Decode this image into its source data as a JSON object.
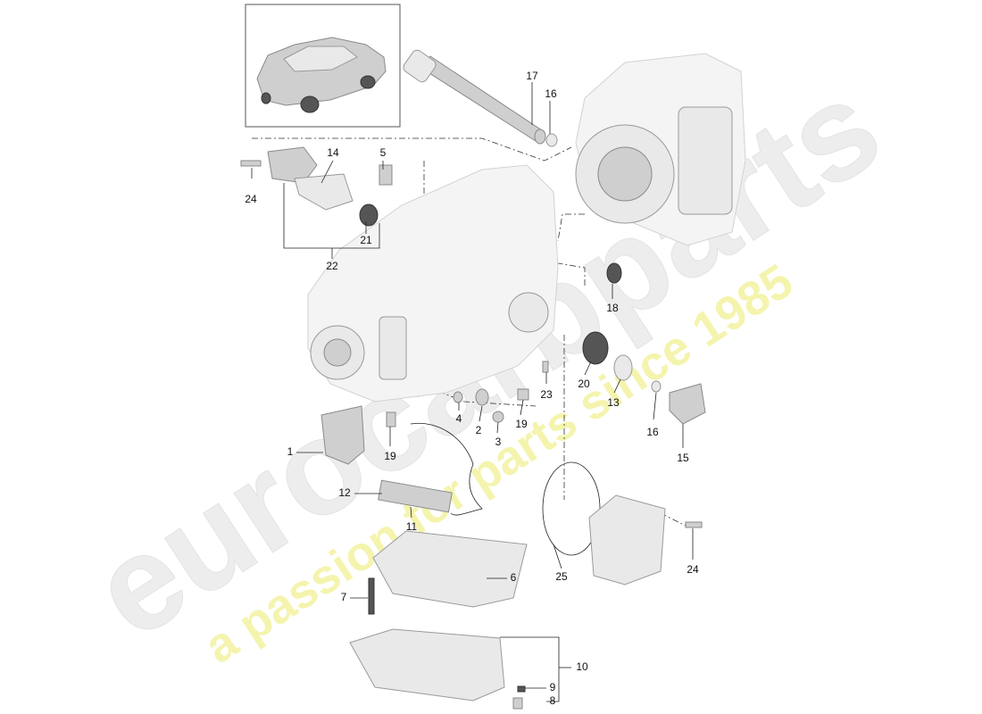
{
  "watermark": {
    "brand": "eurocarbparts",
    "tagline": "a passion for parts since 1985",
    "brand_color": "#e6e6e6",
    "tagline_color": "#f3f39a"
  },
  "callouts": {
    "c1": "1",
    "c2": "2",
    "c3": "3",
    "c4": "4",
    "c5": "5",
    "c6": "6",
    "c7": "7",
    "c8": "8",
    "c9": "9",
    "c10": "10",
    "c11": "11",
    "c12": "12",
    "c13": "13",
    "c14": "14",
    "c15": "15",
    "c16a": "16",
    "c16b": "16",
    "c17": "17",
    "c18": "18",
    "c19a": "19",
    "c19b": "19",
    "c20": "20",
    "c21": "21",
    "c22": "22",
    "c23": "23",
    "c24a": "24",
    "c24b": "24",
    "c25": "25"
  }
}
